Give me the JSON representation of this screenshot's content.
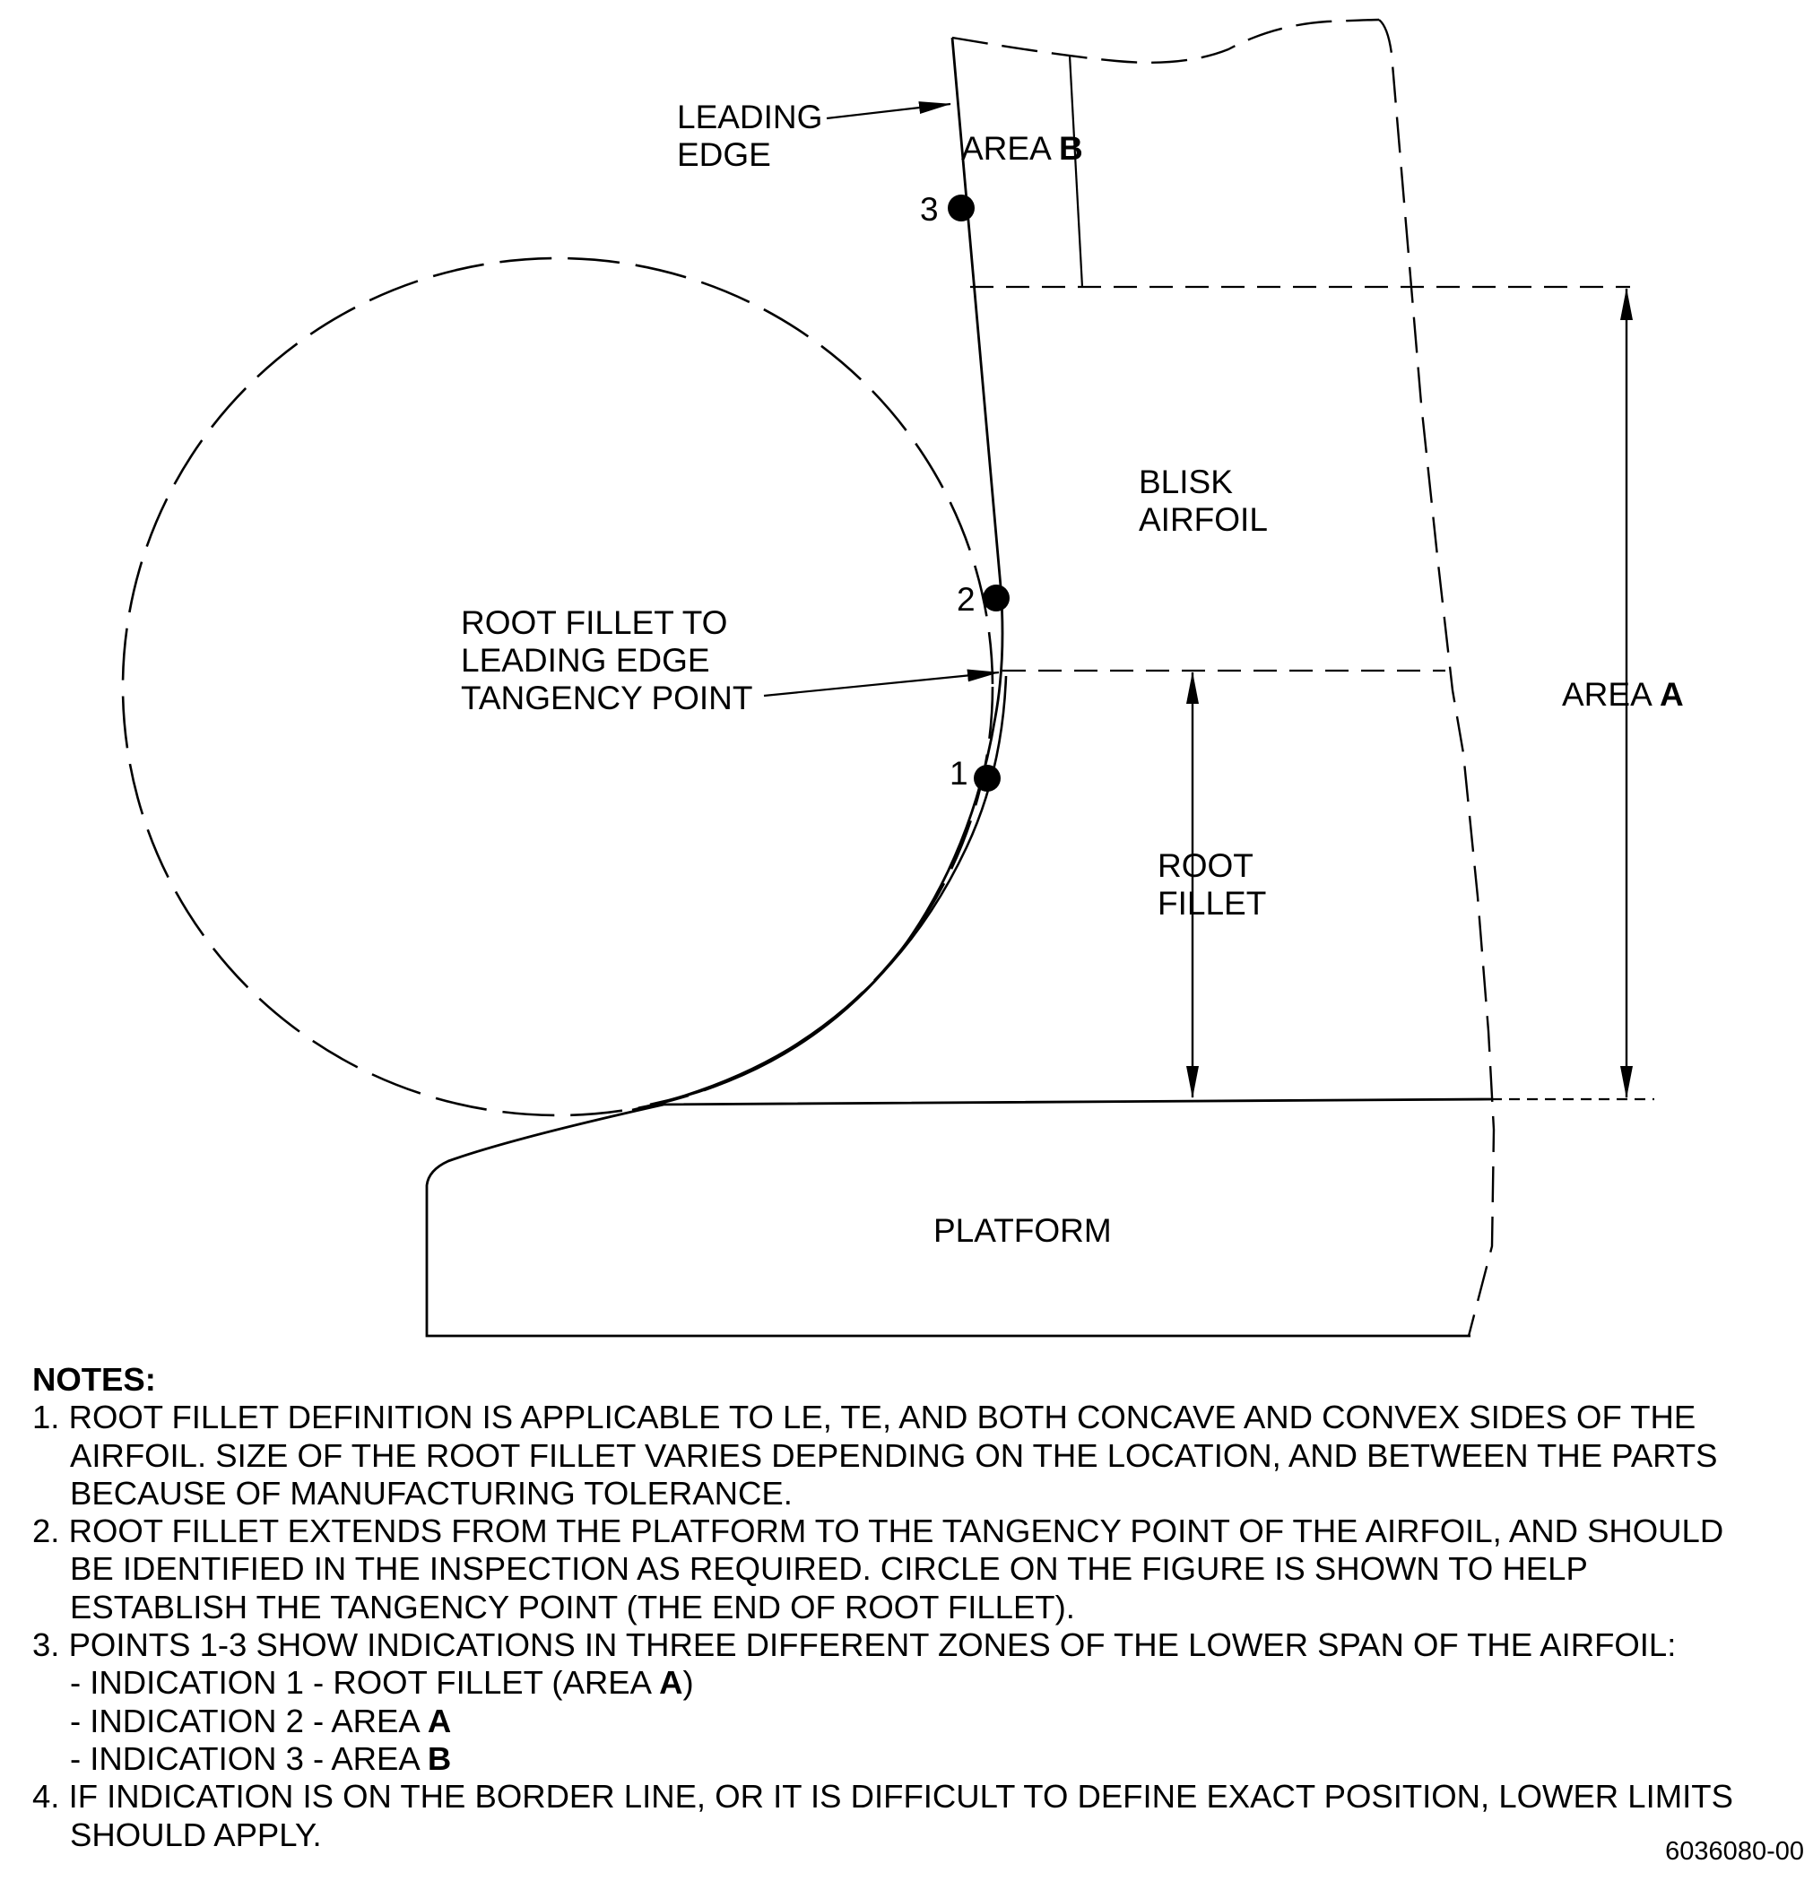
{
  "diagram": {
    "label_leading_edge": [
      "LEADING",
      "EDGE"
    ],
    "label_area_b_text": "AREA",
    "label_area_b_letter": "B",
    "label_point_3": "3",
    "label_point_2": "2",
    "label_point_1": "1",
    "label_blisk_airfoil": [
      "BLISK",
      "AIRFOIL"
    ],
    "label_tangency": [
      "ROOT FILLET TO",
      "LEADING EDGE",
      "TANGENCY POINT"
    ],
    "label_area_a_text": "AREA",
    "label_area_a_letter": "A",
    "label_root_fillet": [
      "ROOT",
      "FILLET"
    ],
    "label_platform": "PLATFORM"
  },
  "notes": {
    "title": "NOTES:",
    "note1": [
      "1. ROOT FILLET DEFINITION IS APPLICABLE TO LE, TE, AND BOTH CONCAVE AND CONVEX SIDES OF THE",
      "AIRFOIL. SIZE OF THE ROOT FILLET VARIES DEPENDING ON THE LOCATION, AND BETWEEN THE PARTS",
      "BECAUSE OF MANUFACTURING TOLERANCE."
    ],
    "note2": [
      "2. ROOT FILLET EXTENDS FROM THE PLATFORM TO THE TANGENCY POINT OF THE AIRFOIL, AND SHOULD",
      "BE IDENTIFIED IN THE INSPECTION AS REQUIRED. CIRCLE ON THE FIGURE IS SHOWN TO HELP",
      "ESTABLISH THE TANGENCY POINT (THE END OF ROOT FILLET)."
    ],
    "note3": {
      "intro": "3. POINTS 1-3 SHOW INDICATIONS IN THREE DIFFERENT ZONES OF THE LOWER SPAN OF THE AIRFOIL:",
      "item1_prefix": "- INDICATION 1 - ROOT FILLET (AREA ",
      "item1_bold": "A",
      "item1_suffix": ")",
      "item2_prefix": "- INDICATION 2 - AREA ",
      "item2_bold": "A",
      "item3_prefix": "- INDICATION 3 - AREA ",
      "item3_bold": "B"
    },
    "note4": [
      "4. IF INDICATION IS ON THE BORDER LINE, OR IT IS DIFFICULT TO DEFINE EXACT POSITION, LOWER LIMITS",
      "SHOULD APPLY."
    ]
  },
  "figure_id": "6036080-00"
}
